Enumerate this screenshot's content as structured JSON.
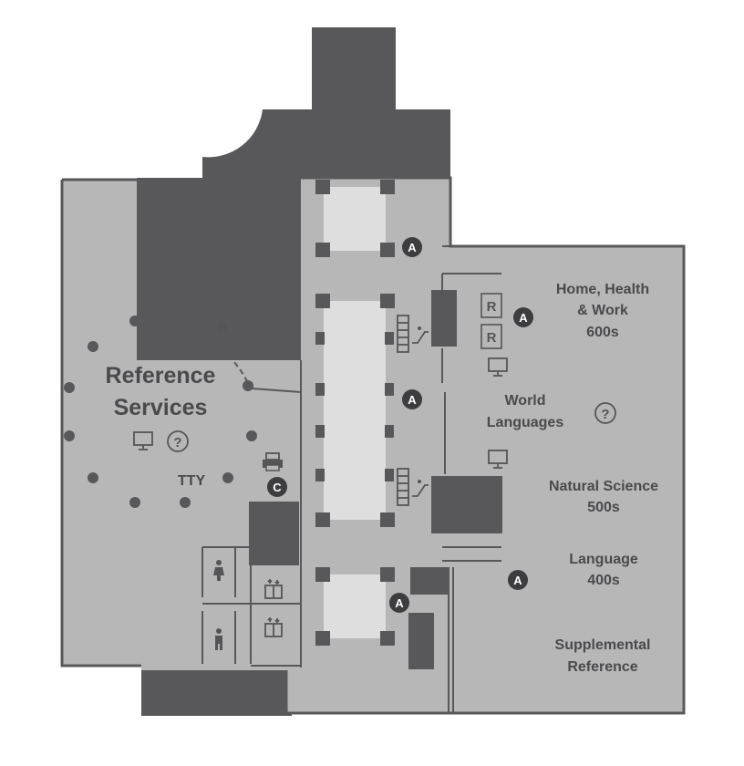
{
  "colors": {
    "wall": "#58585a",
    "floor": "#b7b7b8",
    "atrium": "#dededf",
    "label": "#4a4a4c",
    "badge": "#3d3d3f"
  },
  "areas": {
    "reference": {
      "line1": "Reference",
      "line2": "Services",
      "tty": "TTY"
    },
    "home_health": {
      "line1": "Home, Health",
      "line2": "& Work",
      "line3": "600s"
    },
    "world_languages": {
      "line1": "World",
      "line2": "Languages"
    },
    "natural_science": {
      "line1": "Natural Science",
      "line2": "500s"
    },
    "language": {
      "line1": "Language",
      "line2": "400s"
    },
    "supplemental": {
      "line1": "Supplemental",
      "line2": "Reference"
    }
  },
  "markers": {
    "accessible": "A",
    "copier": "C",
    "reserved": "R"
  },
  "icons": [
    "accessible-icon",
    "copier-icon",
    "reserved-icon",
    "question-icon",
    "computer-icon",
    "printer-icon",
    "restroom-icon",
    "elevator-icon",
    "escalator-icon"
  ]
}
